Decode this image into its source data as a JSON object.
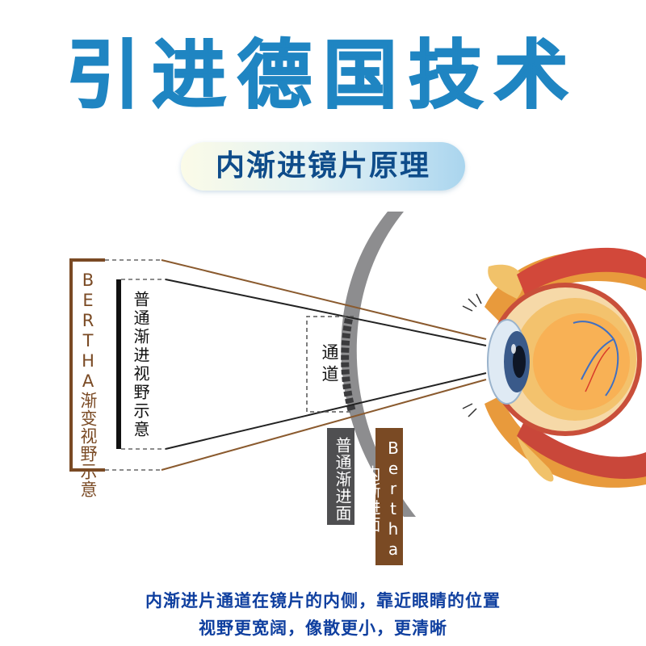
{
  "title": "引进德国技术",
  "subtitle": "内渐进镜片原理",
  "labels": {
    "bertha_field": "BERTHA渐变视野示意",
    "normal_field": "普通渐进视野示意",
    "channel": "通道",
    "normal_surface": "普通渐进面",
    "bertha_surface": "Bertha内渐进面"
  },
  "footer": {
    "line1": "内渐进片通道在镜片的内侧，靠近眼睛的位置",
    "line2": "视野更宽阔，像散更小，更清晰"
  },
  "colors": {
    "title": "#1f85c2",
    "bertha_brown": "#7a4a24",
    "normal_gray": "#4f4f51",
    "footer_blue": "#0f3f9f"
  },
  "icons": [
    "eye-illustration",
    "lens-cross-section"
  ]
}
